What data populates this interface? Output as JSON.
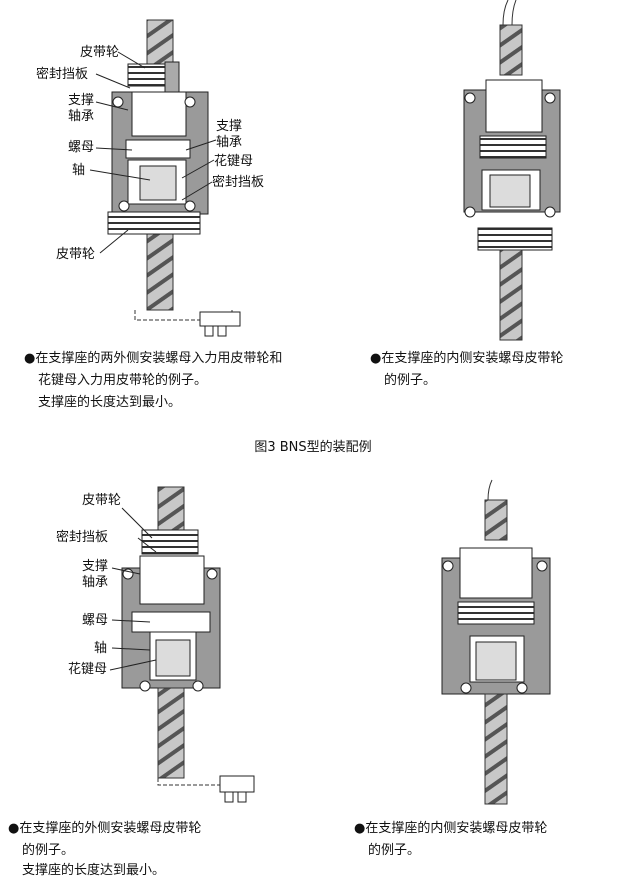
{
  "figure_title": "图3 BNS型的装配例",
  "diagrams": {
    "top_left": {
      "labels": {
        "belt_pulley_top": "皮带轮",
        "seal_plate_top": "密封挡板",
        "support_bearing_1": "支撑",
        "support_bearing_2": "轴承",
        "nut": "螺母",
        "shaft": "轴",
        "support_bearing_r1": "支撑",
        "support_bearing_r2": "轴承",
        "spline_nut": "花键母",
        "seal_plate_bottom": "密封挡板",
        "belt_pulley_bottom": "皮带轮"
      },
      "caption": [
        "●在支撑座的两外侧安装螺母入力用皮带轮和",
        "花键母入力用皮带轮的例子。",
        "支撑座的长度达到最小。"
      ]
    },
    "top_right": {
      "caption": [
        "●在支撑座的内侧安装螺母皮带轮",
        "的例子。"
      ]
    },
    "bottom_left": {
      "labels": {
        "belt_pulley": "皮带轮",
        "seal_plate": "密封挡板",
        "support_bearing_1": "支撑",
        "support_bearing_2": "轴承",
        "nut": "螺母",
        "shaft": "轴",
        "spline_nut": "花键母"
      },
      "caption": [
        "●在支撑座的外侧安装螺母皮带轮",
        "的例子。",
        "支撑座的长度达到最小。"
      ]
    },
    "bottom_right": {
      "caption": [
        "●在支撑座的内侧安装螺母皮带轮",
        "的例子。"
      ]
    }
  }
}
